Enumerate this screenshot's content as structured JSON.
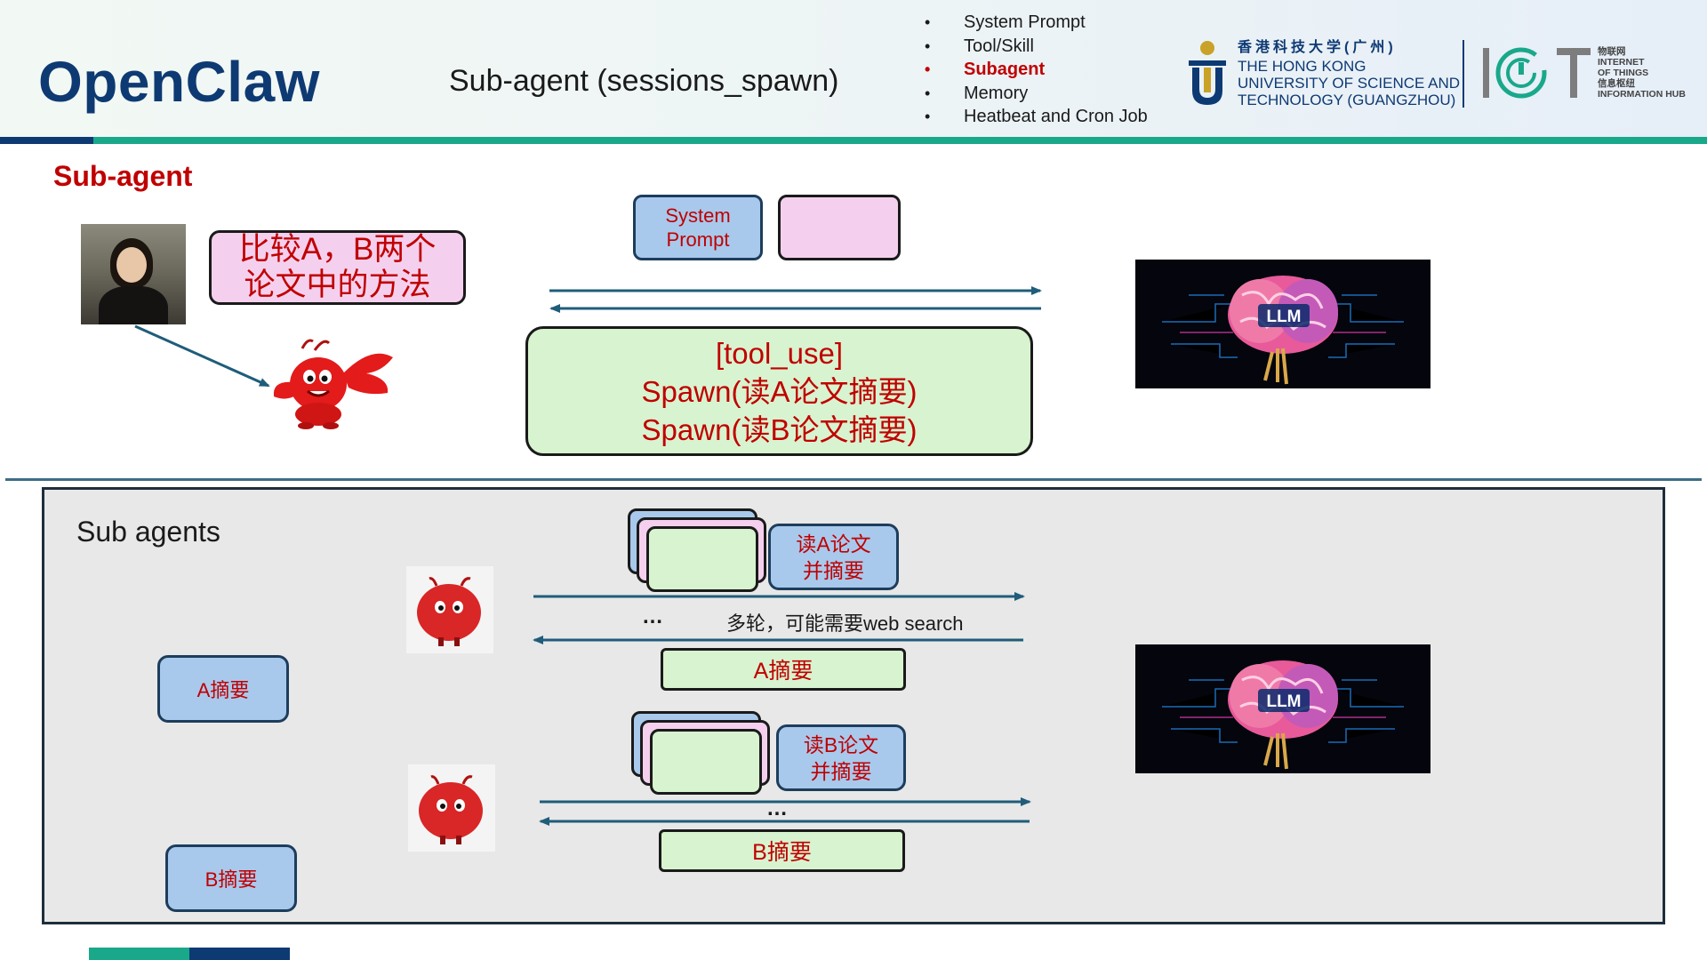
{
  "header": {
    "brand": "OpenClaw",
    "slide_title": "Sub-agent (sessions_spawn)",
    "outline": [
      {
        "label": "System Prompt",
        "active": false
      },
      {
        "label": "Tool/Skill",
        "active": false
      },
      {
        "label": "Subagent",
        "active": true
      },
      {
        "label": "Memory",
        "active": false
      },
      {
        "label": "Heatbeat and Cron Job",
        "active": false
      }
    ],
    "university": {
      "name_cn": "香港科技大学(广州)",
      "name_en_1": "THE HONG KONG",
      "name_en_2": "UNIVERSITY OF SCIENCE AND",
      "name_en_3": "TECHNOLOGY (GUANGZHOU)"
    },
    "iot_hub": {
      "line1": "物联网",
      "line2": "INTERNET",
      "line3": "OF THINGS",
      "line4": "信息枢纽",
      "line5": "INFORMATION HUB"
    }
  },
  "main_agent": {
    "section_title": "Sub-agent",
    "user_query_line1": "比较A，B两个",
    "user_query_line2": "论文中的方法",
    "system_prompt_line1": "System",
    "system_prompt_line2": "Prompt",
    "tool_use_line1": "[tool_use]",
    "tool_use_line2": "Spawn(读A论文摘要)",
    "tool_use_line3": "Spawn(读B论文摘要)",
    "llm_label": "LLM"
  },
  "sub_agents": {
    "title": "Sub agents",
    "agent_a": {
      "task_line1": "读A论文",
      "task_line2": "并摘要",
      "dots": "…",
      "note": "多轮，可能需要web search",
      "result": "A摘要",
      "output": "A摘要"
    },
    "agent_b": {
      "task_line1": "读B论文",
      "task_line2": "并摘要",
      "dots": "…",
      "result": "B摘要",
      "output": "B摘要"
    },
    "llm_label": "LLM"
  },
  "colors": {
    "navy": "#0e3a73",
    "teal": "#19a88a",
    "red_text": "#c00000",
    "arrow": "#1f5d7a",
    "pink_box": "#f5d0ee",
    "blue_box": "#a8c9ec",
    "green_box": "#d8f3cf"
  }
}
